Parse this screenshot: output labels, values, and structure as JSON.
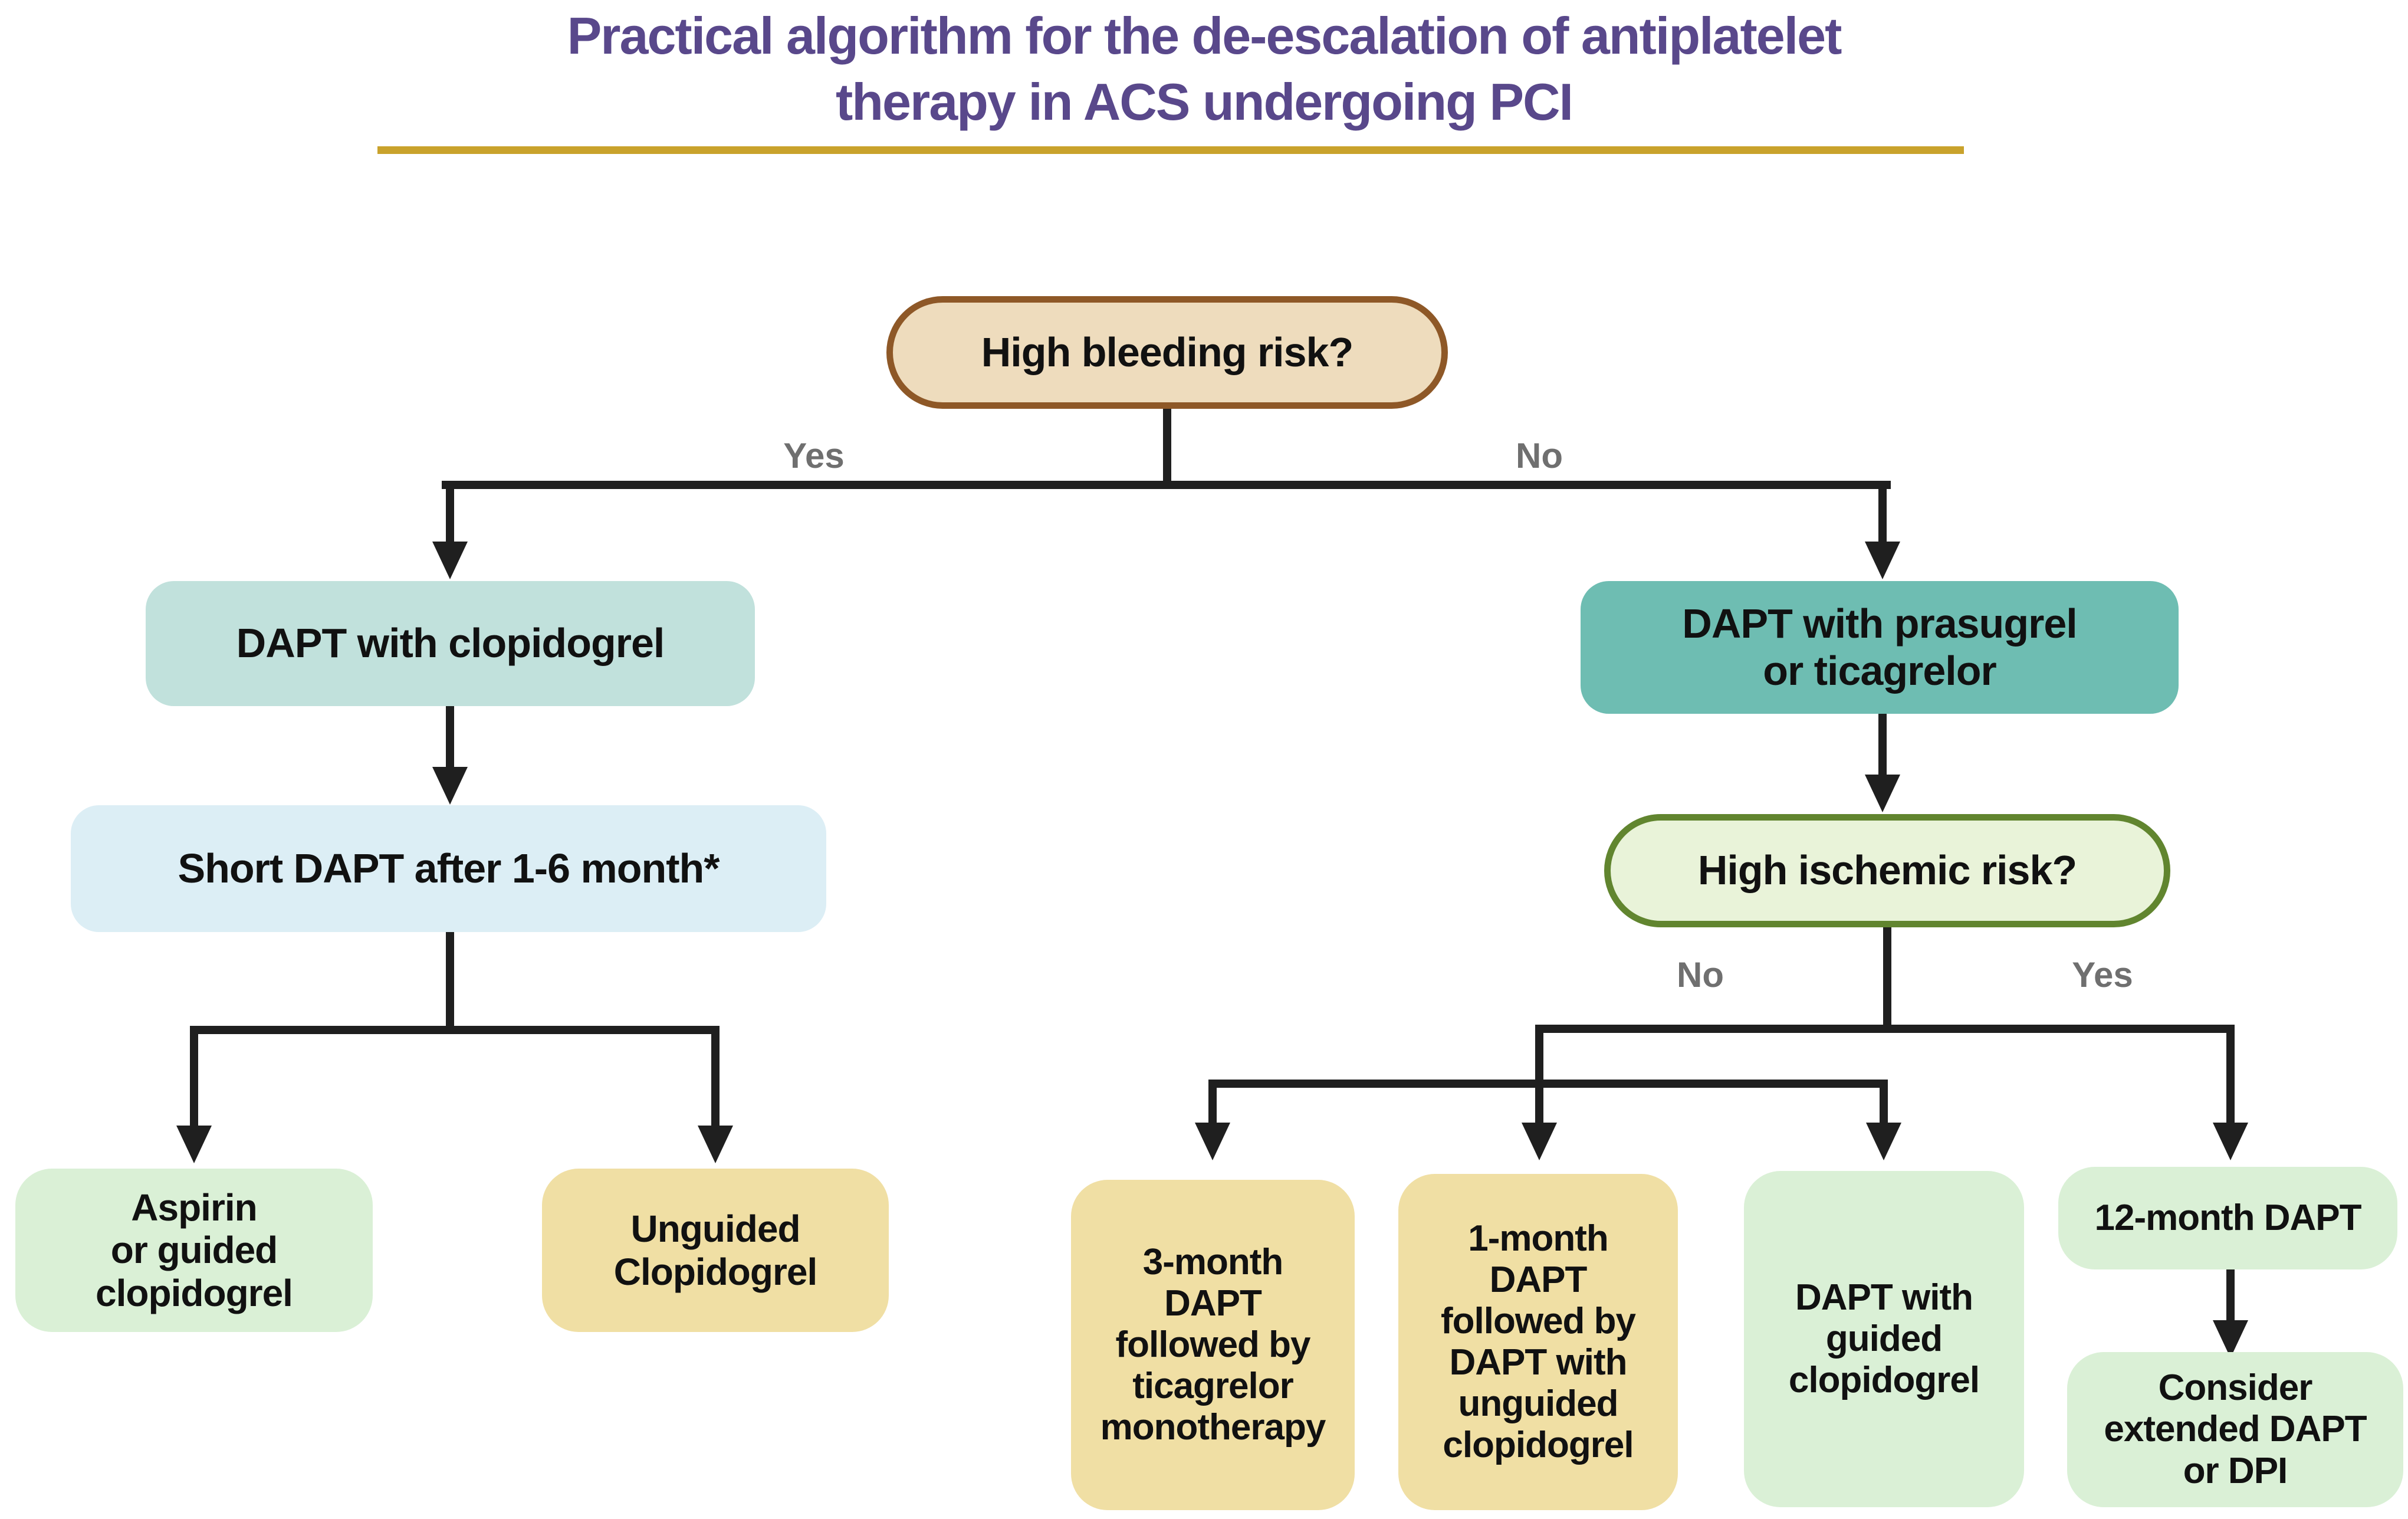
{
  "title": {
    "line1": "Practical algorithm for the de-escalation of antiplatelet",
    "line2": "therapy in ACS undergoing PCI"
  },
  "colors": {
    "title_purple": "#59488b",
    "underline_gold": "#c9a22c",
    "connector_ink": "#1f1f1f",
    "branch_label_gray": "#6f6f6f",
    "bleeding_pill_fill": "#eedcbd",
    "bleeding_pill_border": "#8e5827",
    "ischemic_pill_fill": "#e9f3d9",
    "ischemic_pill_border": "#61852f",
    "teal_light": "#c1e1dc",
    "teal_dark": "#6ebdb2",
    "blue_light": "#dceef5",
    "green_light": "#daf0d6",
    "yellow_light": "#f0dfa4"
  },
  "decision_bleeding": {
    "label": "High bleeding risk?",
    "yes_label": "Yes",
    "no_label": "No"
  },
  "yes_branch": {
    "step1": "DAPT with clopidogrel",
    "step2": "Short DAPT after 1-6 month*",
    "outcome_left": "Aspirin\nor guided\nclopidogrel",
    "outcome_right": "Unguided\nClopidogrel"
  },
  "no_branch": {
    "step1": "DAPT with prasugrel\nor ticagrelor",
    "decision_ischemic": {
      "label": "High ischemic risk?",
      "no_label": "No",
      "yes_label": "Yes"
    },
    "ischemic_no_outcomes": [
      "3-month\nDAPT\nfollowed by\nticagrelor\nmonotherapy",
      "1-month\nDAPT\nfollowed by\nDAPT with\nunguided\nclopidogrel",
      "DAPT with\nguided\nclopidogrel"
    ],
    "ischemic_yes_outcome": {
      "step": "12-month DAPT",
      "followup": "Consider\nextended DAPT\nor DPI"
    }
  }
}
